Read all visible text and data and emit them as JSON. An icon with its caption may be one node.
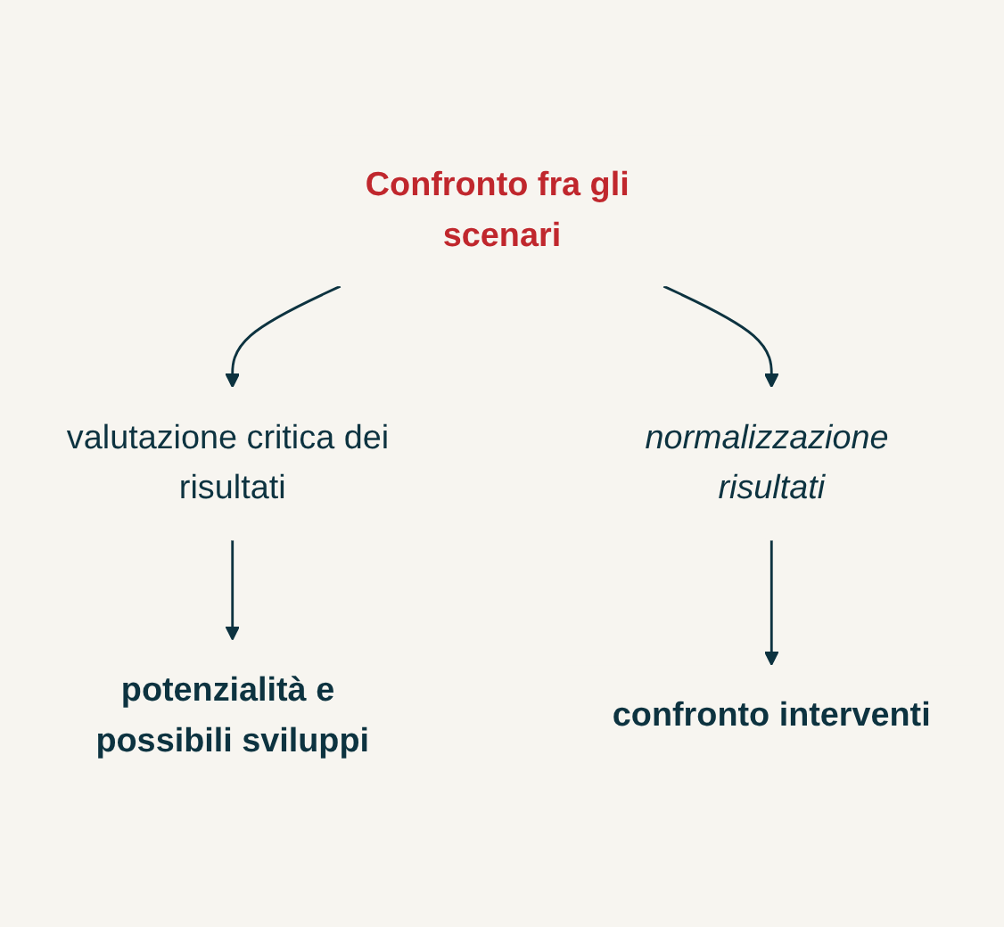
{
  "diagram": {
    "nodes": [
      {
        "text": [
          "Confronto fra gli scenari"
        ]
      },
      {
        "text": [
          "valutazione critica dei risultati"
        ]
      },
      {
        "text": [
          "normalizzazione risultati"
        ]
      },
      {
        "text": [
          "potenzialità e possibili sviluppi"
        ]
      },
      {
        "text": [
          "confronto interventi"
        ]
      }
    ],
    "edges": [
      {
        "from": 0,
        "to": 1,
        "arrow": "to"
      },
      {
        "from": 0,
        "to": 2,
        "arrow": "to"
      },
      {
        "from": 1,
        "to": 3,
        "arrow": "to"
      },
      {
        "from": 2,
        "to": 4,
        "arrow": "to"
      }
    ]
  }
}
